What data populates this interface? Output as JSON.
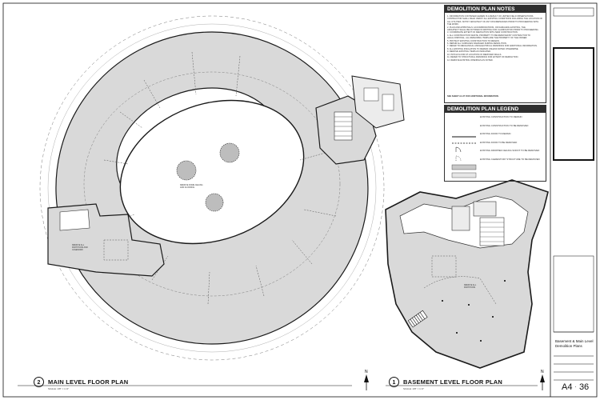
{
  "notes_panel": {
    "title": "DEMOLITION PLAN NOTES",
    "items": [
      "1. INFORMATION CONTAINED HEREIN IS A RESULT OF LIMITED FIELD OBSERVATIONS.",
      "   CONTRACTOR SHALL FIELD VERIFY ALL EXISTING CONDITIONS INCLUDING THE LOCATION OF",
      "   ALL UTILITIES. NOTIFY ARCHITECT OF ANY DISCREPANCIES PRIOR TO PROCEEDING WITH",
      "   THE WORK.",
      "2. PLAN AND APPROVALS: ACCOMMODATIONS, OR DAMAGING EXISTING, THE",
      "   ARCHITECT SHALL BE NOTIFIED IN WRITING FOR CLARIFICATION PRIOR TO PROCEEDING.",
      "3. COORDINATE EXTENT OF DEMOLITION WITH NEW CONSTRUCTION.",
      "4. ALL CONSTRUCTION WASTE, PROPERTY TO BE REMOVED BY CONTRACTOR TO",
      "   LEGAL DISPOSAL. ALL REMAINING ITEMS ARE THE PROPERTY OF THE OWNER.",
      "5. PROTECT EXISTING CONSTRUCTION TO REMAIN.",
      "6. REPAIR ALL SURFACES DAMAGED DURING DEMOLITION.",
      "7. REFER TO MECHANICAL AND ELECTRICAL DRAWINGS FOR ADDITIONAL INFORMATION.",
      "8. ALL EXISTING INSULATION TO REMAIN UNLESS NOTED OTHERWISE.",
      "9. REMOVE EXISTING ITEMS AS INDICATED.",
      "10. PATCH FLOOR AT LOCATION OF REMOVED WALLS.",
      "11. REFER TO STRUCTURAL DRAWINGS FOR EXTENT OF DEMOLITION.",
      "12. REMOVE EXISTING OPENINGS AS NOTED."
    ],
    "footnote": "SEE SHEET A4-37 FOR ADDITIONAL INFORMATION"
  },
  "legend_panel": {
    "title": "DEMOLITION PLAN LEGEND",
    "items": [
      "EXISTING CONSTRUCTION TO REMAIN",
      "EXISTING CONSTRUCTION TO BE REMOVED",
      "EXISTING DOOR TO REMAIN",
      "EXISTING DOOR TO BE REMOVED",
      "EXISTING DROPPED CEILING SOFFIT TO BE REMOVED",
      "EXISTING CLERESTORY STRUCTURE TO BE REMOVED"
    ]
  },
  "plans": {
    "main": {
      "number": "2",
      "title": "MAIN LEVEL FLOOR PLAN",
      "scale": "SCALE: 1/8\" = 1'-0\""
    },
    "basement": {
      "number": "1",
      "title": "BASEMENT LEVEL FLOOR PLAN",
      "scale": "SCALE: 1/8\" = 1'-0\""
    }
  },
  "annotations": {
    "center": "REMOVE DOME CEILING\nAND FLOORING",
    "left_wing": "REMOVE ALL\nPARTITIONS AND\nCASEWORK",
    "basement_room": "REMOVE ALL\nPARTITIONS"
  },
  "title_block": {
    "project": "Basement & Main Level\nDemolition Plans",
    "sheet_prefix": "A4",
    "sheet_number": "36"
  },
  "colors": {
    "floor_fill": "#d9d9d9",
    "line": "#1a1a1a",
    "panel_header": "#2f2f2f"
  }
}
